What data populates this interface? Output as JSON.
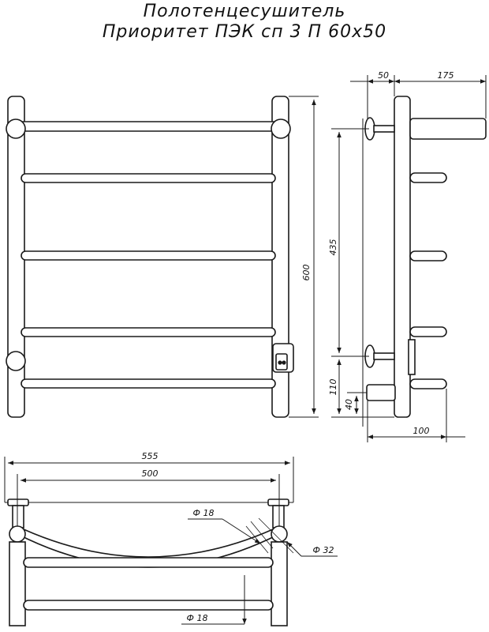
{
  "title": {
    "line1": "Полотенцесушитель",
    "line2": "Приоритет ПЭК сп 3 П 60х50"
  },
  "dimensions": {
    "side_top_offset": "50",
    "side_depth": "175",
    "total_height": "600",
    "mount_spacing": "435",
    "bottom_mount_height": "110",
    "connector_height": "40",
    "connector_length": "100",
    "total_width": "555",
    "axis_width": "500",
    "bar_diameter": "Ф 18",
    "post_diameter": "Ф 32",
    "bottom_bar_diameter": "Ф 18"
  },
  "colors": {
    "line": "#1a1a1a",
    "fill": "#ffffff"
  }
}
